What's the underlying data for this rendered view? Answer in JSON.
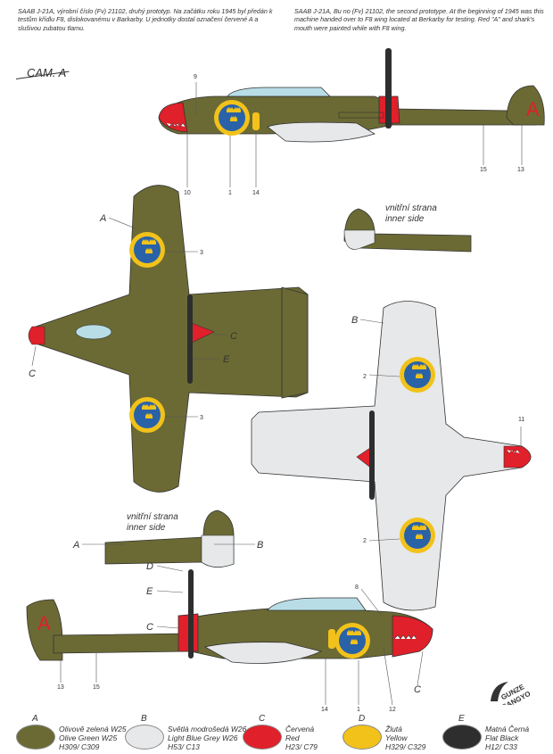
{
  "header": {
    "text_cz": "SAAB J-21A, výrobní číslo (Fv) 21102, druhý prototyp. Na začátku roku 1945 byl předán k testům křídlu F8, dislokovanému v Barkarby. U jednotky dostal označení červené A a slušivou zubatou tlamu.",
    "text_en": "SAAB J-21A, Bu no (Fv) 21102, the second prototype. At the beginning of 1945 was this machine handed over to F8 wing located at Berkarby for testing. Red \"A\" and shark's mouth were painted while with F8 wing."
  },
  "camouflage_label": "CAM. A",
  "inner_side": {
    "cz": "vnitřní strana",
    "en": "inner side"
  },
  "tail_letter": "A",
  "callouts": {
    "n1": "1",
    "n2": "2",
    "n3": "3",
    "n8": "8",
    "n9": "9",
    "n10": "10",
    "n11": "11",
    "n12": "12",
    "n13": "13",
    "n14": "14",
    "n15": "15",
    "A": "A",
    "B": "B",
    "C": "C",
    "D": "D",
    "E": "E"
  },
  "colors": {
    "olive": "#6b6a34",
    "light_blue_grey": "#e6e8ea",
    "red": "#e0202a",
    "yellow": "#f2c21a",
    "black": "#2e2e2e",
    "roundel_blue": "#2a62a8"
  },
  "legend": [
    {
      "letter": "A",
      "line1": "Olivově zelená W25",
      "line2": "Olive Green W25",
      "line3": "H309/ C309",
      "color": "#6b6a34"
    },
    {
      "letter": "B",
      "line1": "Světlá modrošedá W26",
      "line2": "Light Blue Grey W26",
      "line3": "H53/ C13",
      "color": "#e6e8ea"
    },
    {
      "letter": "C",
      "line1": "Červená",
      "line2": "Red",
      "line3": "H23/ C79",
      "color": "#e0202a"
    },
    {
      "letter": "D",
      "line1": "Žlutá",
      "line2": "Yellow",
      "line3": "H329/ C329",
      "color": "#f2c21a"
    },
    {
      "letter": "E",
      "line1": "Matná Černá",
      "line2": "Flat Black",
      "line3": "H12/ C33",
      "color": "#2e2e2e"
    }
  ],
  "logo": {
    "line1": "GUNZE",
    "line2": "SANGYO"
  }
}
